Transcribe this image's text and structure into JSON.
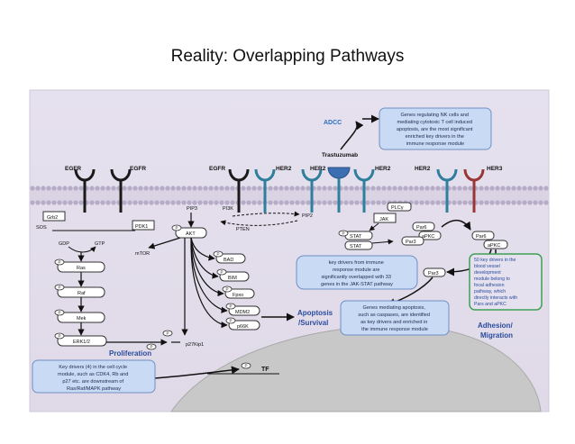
{
  "slide": {
    "title": "Reality: Overlapping Pathways"
  },
  "receptors": {
    "egfr": "EGFR",
    "her2": "HER2",
    "her3": "HER3",
    "trastuzumab": "Trastuzumab",
    "adcc": "ADCC"
  },
  "nodes": {
    "grb2": "Grb2",
    "sos": "SOS",
    "pdk1": "PDK1",
    "pip3": "PIP3",
    "pi3k": "PI3K",
    "pten": "PTEN",
    "pip2": "PIP2",
    "plcg": "PLCγ",
    "jak": "JAK",
    "stat": "STAT",
    "par6": "Par6",
    "apkc": "aPKC",
    "par3": "Par3",
    "gdp": "GDP",
    "gtp": "GTP",
    "ras": "Ras",
    "raf": "Raf",
    "mek": "Mek",
    "erk": "ERK1/2",
    "mtor": "mTOR",
    "akt": "AKT",
    "bad": "BAD",
    "bim": "BIM",
    "fpxo": "Fpxo",
    "mdm2": "MDM2",
    "p66k": "p66K",
    "p27": "p27Kip1",
    "tf": "TF",
    "p": "P"
  },
  "outcomes": {
    "apoptosis_1": "Apoptosis",
    "apoptosis_2": "/Survival",
    "proliferation": "Proliferation",
    "adhesion_1": "Adhesion/",
    "adhesion_2": "Migration"
  },
  "callouts": {
    "nk": [
      "Genes regulating NK cells and",
      "mediating cytotoxic T cell induced",
      "apoptosis, are the most significant",
      "enriched key drivers in the",
      "immune response module"
    ],
    "jakstat": [
      "key drivers from immune",
      "response module are",
      "significantly overlapped with 33",
      "genes in the JAK-STAT pathway"
    ],
    "caspase": [
      "Genes mediating apoptosis,",
      "such as caspases, are identified",
      "as key drivers and enriched in",
      "the immune response module"
    ],
    "cellcycle": [
      "Key drivers (4) in the cell cycle",
      "module, such as CDK4, Rb and",
      "p27 etc. are downstream of",
      "Ras/Raf/MAPK pathway"
    ],
    "blood": [
      "50 key drivers in the",
      "blood vessel",
      "development",
      "module belong to",
      "focal adhesion",
      "pathway, which",
      "directly interacts with",
      "Pars and aPKC"
    ]
  },
  "colors": {
    "background": "#e9e4ee",
    "membrane": "#b7acc8",
    "egfr": "#1a1a1a",
    "her2": "#2f7f9c",
    "her3": "#9a3636",
    "callout_fill": "#c9daf4",
    "callout_border": "#6f8fc4",
    "green_box": "#3fa055",
    "outcome_blue": "#2a4c9e"
  }
}
